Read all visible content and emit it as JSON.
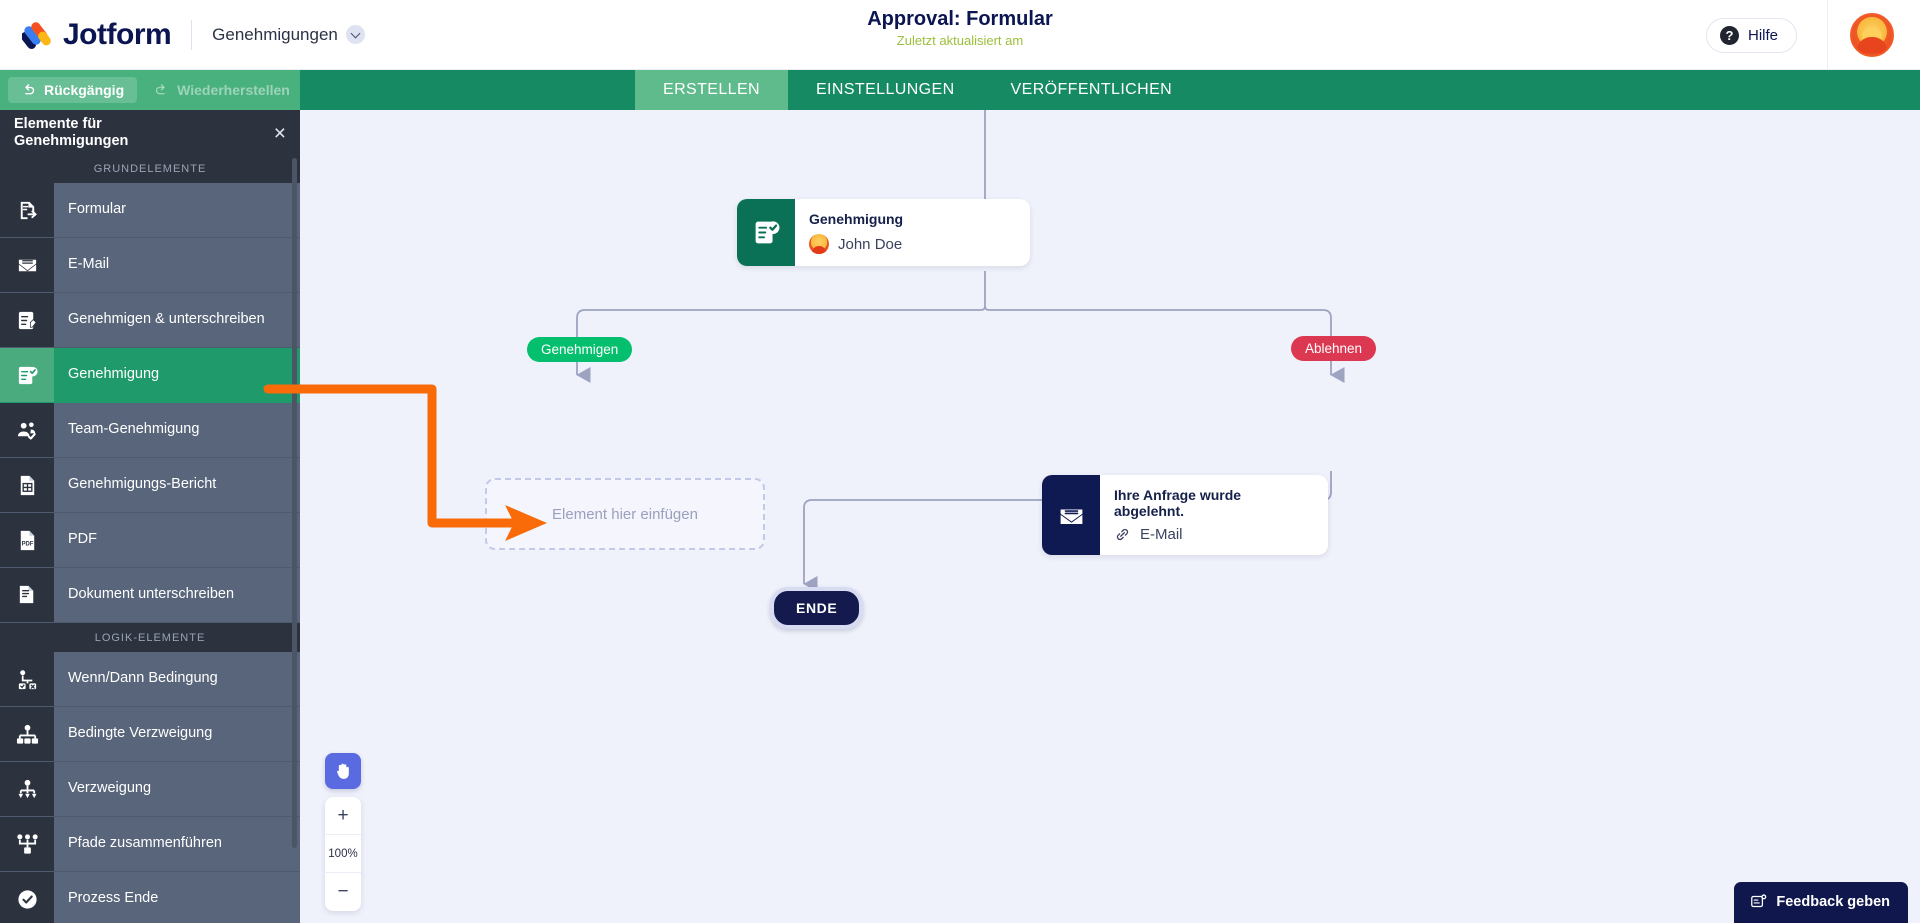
{
  "header": {
    "brand": "Jotform",
    "dropdown_label": "Genehmigungen",
    "title": "Approval: Formular",
    "subtitle": "Zuletzt aktualisiert am",
    "help_label": "Hilfe",
    "avatar_name": "user-avatar"
  },
  "toolbar": {
    "undo_label": "Rückgängig",
    "redo_label": "Wiederherstellen",
    "tabs": [
      {
        "label": "ERSTELLEN",
        "selected": true
      },
      {
        "label": "EINSTELLUNGEN",
        "selected": false
      },
      {
        "label": "VERÖFFENTLICHEN",
        "selected": false
      }
    ]
  },
  "sidebar": {
    "title": "Elemente für Genehmigungen",
    "close_icon": "×",
    "sections": [
      {
        "heading": "GRUNDELEMENTE",
        "items": [
          {
            "label": "Formular",
            "icon": "form-icon",
            "active": false
          },
          {
            "label": "E-Mail",
            "icon": "email-icon",
            "active": false
          },
          {
            "label": "Genehmigen & unterschreiben",
            "icon": "approve-sign-icon",
            "active": false
          },
          {
            "label": "Genehmigung",
            "icon": "approval-icon",
            "active": true
          },
          {
            "label": "Team-Genehmigung",
            "icon": "team-approval-icon",
            "active": false
          },
          {
            "label": "Genehmigungs-Bericht",
            "icon": "report-icon",
            "active": false
          },
          {
            "label": "PDF",
            "icon": "pdf-icon",
            "active": false
          },
          {
            "label": "Dokument unterschreiben",
            "icon": "sign-document-icon",
            "active": false
          }
        ]
      },
      {
        "heading": "LOGIK-ELEMENTE",
        "items": [
          {
            "label": "Wenn/Dann Bedingung",
            "icon": "if-then-icon",
            "active": false
          },
          {
            "label": "Bedingte Verzweigung",
            "icon": "conditional-branch-icon",
            "active": false
          },
          {
            "label": "Verzweigung",
            "icon": "branch-icon",
            "active": false
          },
          {
            "label": "Pfade zusammenführen",
            "icon": "merge-paths-icon",
            "active": false
          },
          {
            "label": "Prozess Ende",
            "icon": "process-end-icon",
            "active": false
          }
        ]
      }
    ]
  },
  "canvas": {
    "approval_node": {
      "title": "Genehmigung",
      "assignee": "John Doe",
      "icon": "approval-icon"
    },
    "branch_labels": {
      "approve": "Genehmigen",
      "reject": "Ablehnen"
    },
    "dropzone_label": "Element hier einfügen",
    "email_node": {
      "title": "Ihre Anfrage wurde abgelehnt.",
      "subtitle": "E-Mail",
      "icon": "email-icon",
      "link_icon": "link-icon"
    },
    "end_node_label": "ENDE"
  },
  "controls": {
    "hand_tool": "hand-icon",
    "zoom_in": "+",
    "zoom_level": "100%",
    "zoom_out": "−"
  },
  "feedback": {
    "label": "Feedback geben",
    "icon": "feedback-icon"
  },
  "colors": {
    "brand_navy": "#0a1551",
    "toolbar_green": "#168a62",
    "tab_active_green": "#5fbb8c",
    "sidebar_bg": "#2c333f",
    "sidebar_item": "#58657a",
    "sidebar_active": "#1f9a6b",
    "approve_green": "#04bf6d",
    "reject_red": "#dd3851",
    "canvas_bg": "#eff1fb",
    "annotation_orange": "#f96a08",
    "end_navy": "#141a4e"
  }
}
